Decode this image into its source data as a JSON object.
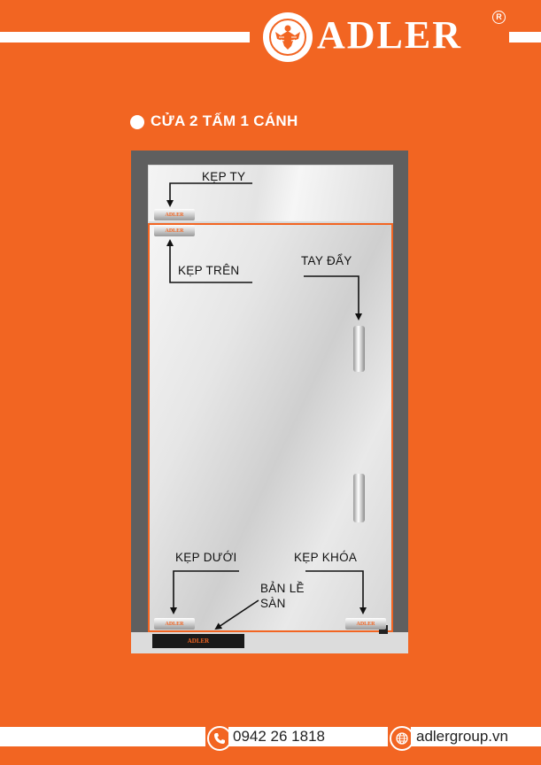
{
  "header": {
    "brand": "ADLER",
    "registered": "R"
  },
  "title": "CỬA 2 TẤM 1 CÁNH",
  "labels": {
    "kep_ty": "KẸP TY",
    "kep_tren": "KẸP TRÊN",
    "tay_day": "TAY ĐẨY",
    "kep_duoi": "KẸP DƯỚI",
    "kep_khoa": "KẸP KHÓA",
    "ban_le_line1": "BẢN LỀ",
    "ban_le_line2": "SÀN"
  },
  "clamp_brand": "ADLER",
  "footer": {
    "phone": "0942 26 1818",
    "website": "adlergroup.vn",
    "phone_icon": "phone-icon",
    "web_icon": "globe-icon"
  },
  "colors": {
    "background": "#f26522",
    "frame": "#5f5f5f",
    "text": "#111111"
  }
}
